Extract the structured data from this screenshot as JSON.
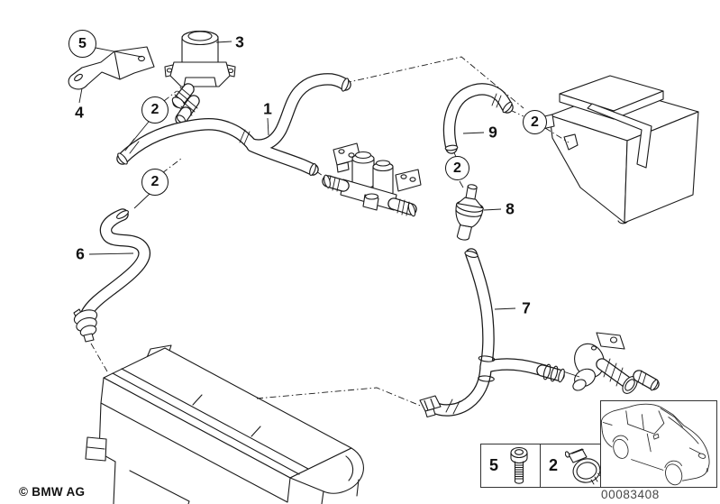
{
  "page": {
    "background": "#ffffff",
    "line_color": "#1a1a1a"
  },
  "callouts": {
    "c1": {
      "label": "1"
    },
    "c2a": {
      "label": "2"
    },
    "c2b": {
      "label": "2"
    },
    "c2c": {
      "label": "2"
    },
    "c2d": {
      "label": "2"
    },
    "c3": {
      "label": "3"
    },
    "c4": {
      "label": "4"
    },
    "c5": {
      "label": "5"
    },
    "c6": {
      "label": "6"
    },
    "c7": {
      "label": "7"
    },
    "c8": {
      "label": "8"
    },
    "c9": {
      "label": "9"
    }
  },
  "legend": {
    "items": [
      {
        "label": "5",
        "icon": "socket-head-screw-icon"
      },
      {
        "label": "2",
        "icon": "hose-clamp-icon"
      }
    ]
  },
  "vehicle_thumbnail": {
    "icon": "bmw-sedan-outline-icon"
  },
  "footer": {
    "copyright": "© BMW AG",
    "diagram_number": "00083408"
  }
}
